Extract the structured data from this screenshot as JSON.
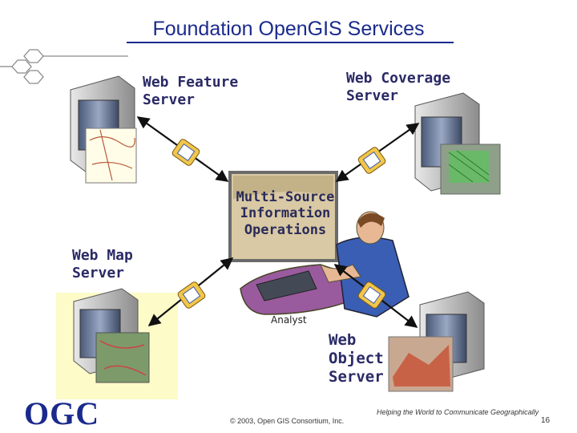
{
  "title": "Foundation OpenGIS Services",
  "nodes": {
    "web_feature_server": "Web Feature\nServer",
    "web_coverage_server": "Web Coverage\nServer",
    "web_map_server": "Web Map\nServer",
    "web_object_server": "Web\nObject\nServer",
    "center": "Multi-Source\nInformation\nOperations",
    "analyst": "Analyst"
  },
  "footer": {
    "logo": "OGC",
    "tagline": "Helping the World to Communicate Geographically",
    "copyright": "© 2003, Open GIS Consortium, Inc.",
    "page_number": "16"
  },
  "colors": {
    "title": "#1a2a8c",
    "label": "#2a2a66",
    "arrow": "#111111",
    "connector_fill": "#f2c64a"
  }
}
